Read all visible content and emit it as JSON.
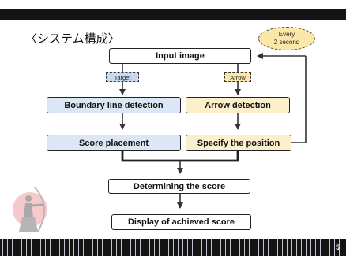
{
  "slide": {
    "title": "〈システム構成〉",
    "page_number": "5"
  },
  "bubble": {
    "line1": "Every",
    "line2": "2 second"
  },
  "tags": {
    "target": "Target",
    "arrow": "Arrow"
  },
  "boxes": {
    "input_image": "Input image",
    "boundary_detection": "Boundary line detection",
    "arrow_detection": "Arrow detection",
    "score_placement": "Score placement",
    "specify_position": "Specify the position",
    "determining_score": "Determining the score",
    "display_score": "Display of achieved score"
  },
  "colors": {
    "blue_fill": "#dbe7f4",
    "yellow_fill": "#fcf0cc",
    "bars": "#141414"
  }
}
